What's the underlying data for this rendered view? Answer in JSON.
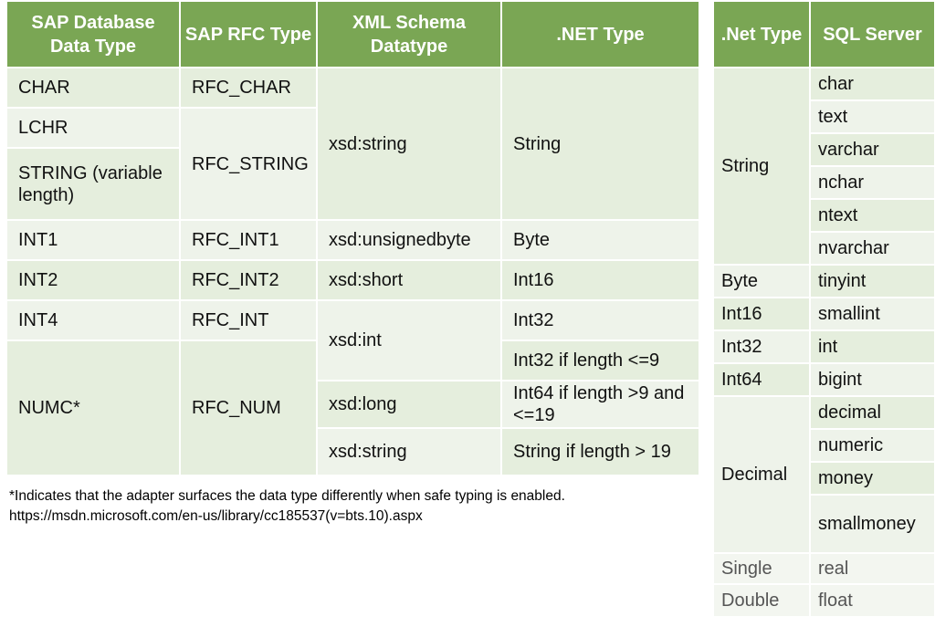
{
  "left_table": {
    "headers": [
      "SAP Database Data Type",
      "SAP RFC Type",
      "XML Schema Datatype",
      ".NET Type"
    ],
    "rows": {
      "char": {
        "sap": "CHAR",
        "rfc": "RFC_CHAR",
        "xml": "xsd:string",
        "net": "String"
      },
      "lchr": {
        "sap": "LCHR",
        "rfc": "RFC_STRING"
      },
      "string": {
        "sap": "STRING (variable length)"
      },
      "int1": {
        "sap": "INT1",
        "rfc": "RFC_INT1",
        "xml": "xsd:unsignedbyte",
        "net": "Byte"
      },
      "int2": {
        "sap": "INT2",
        "rfc": "RFC_INT2",
        "xml": "xsd:short",
        "net": "Int16"
      },
      "int4": {
        "sap": "INT4",
        "rfc": "RFC_INT",
        "xml": "xsd:int",
        "net": "Int32"
      },
      "numc_a": {
        "net": "Int32 if length <=9"
      },
      "numc_b": {
        "sap": "NUMC*",
        "rfc": "RFC_NUM",
        "xml": "xsd:long",
        "net": "Int64 if length >9 and <=19"
      },
      "numc_c": {
        "xml": "xsd:string",
        "net": "String if length > 19"
      }
    }
  },
  "footnote": {
    "text": "*Indicates that the adapter surfaces the data type differently when safe typing is enabled.",
    "url": "https://msdn.microsoft.com/en-us/library/cc185537(v=bts.10).aspx"
  },
  "right_table": {
    "headers": [
      ".Net Type",
      "SQL Server"
    ],
    "string_group": {
      "net": "String",
      "sql": [
        "char",
        "text",
        "varchar",
        "nchar",
        "ntext",
        "nvarchar"
      ]
    },
    "byte": {
      "net": "Byte",
      "sql": "tinyint"
    },
    "int16": {
      "net": "Int16",
      "sql": "smallint"
    },
    "int32": {
      "net": "Int32",
      "sql": "int"
    },
    "int64": {
      "net": "Int64",
      "sql": "bigint"
    },
    "decimal_group": {
      "net": "Decimal",
      "sql": [
        "decimal",
        "numeric",
        "money",
        "smallmoney"
      ]
    },
    "single": {
      "net": "Single",
      "sql": "real"
    },
    "double": {
      "net": "Double",
      "sql": "float"
    }
  }
}
